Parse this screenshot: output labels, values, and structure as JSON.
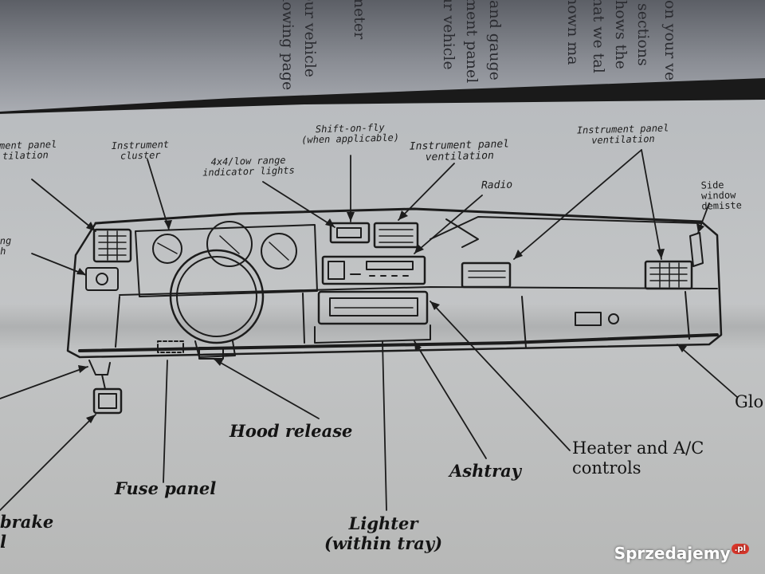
{
  "previous_page_text": [
    "meter",
    "our vehicle",
    "llowing page",
    "and gauge",
    "ment panel",
    "ur vehicle",
    "on your ve",
    "sections",
    "hows the",
    "hat we tal",
    "hown ma"
  ],
  "callouts": {
    "ipv_left": [
      "ument panel",
      "tilation"
    ],
    "cluster": [
      "Instrument",
      "cluster"
    ],
    "indicator": [
      "4x4/low range",
      "indicator lights"
    ],
    "shift": [
      "Shift-on-fly",
      "(when applicable)"
    ],
    "ipv_center": [
      "Instrument panel",
      "ventilation"
    ],
    "radio": "Radio",
    "ipv_right": [
      "Instrument panel",
      "ventilation"
    ],
    "side_demister": [
      "Side",
      "window",
      "demiste"
    ],
    "switch_left": [
      "ng",
      "h"
    ]
  },
  "labels": {
    "hood_release": "Hood release",
    "fuse_panel": "Fuse panel",
    "lighter": [
      "Lighter",
      "(within tray)"
    ],
    "ashtray": "Ashtray",
    "heater": [
      "Heater and A/C",
      "controls"
    ],
    "glove": "Glo",
    "brake": [
      "brake",
      "l"
    ]
  },
  "watermark": {
    "name": "Sprzedajemy",
    "tld": ".pl"
  }
}
